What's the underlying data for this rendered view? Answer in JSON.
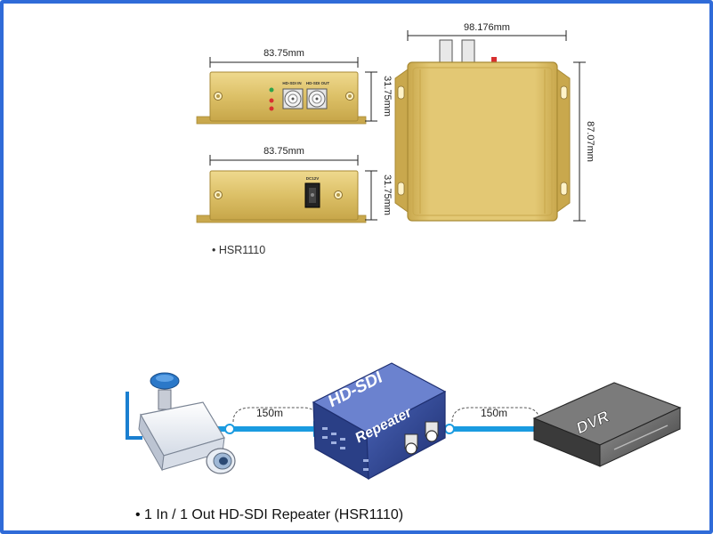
{
  "dimensions": {
    "front_width": "83.75mm",
    "front_height": "31.75mm",
    "back_width": "83.75mm",
    "back_height": "31.75mm",
    "top_width": "98.176mm",
    "top_depth": "87.07mm"
  },
  "panel_labels": {
    "front_in": "HD-SDI IN",
    "front_out": "HD-SDI OUT",
    "back_dc": "DC12V"
  },
  "model_caption": "• HSR1110",
  "diagram": {
    "distance_left": "150m",
    "distance_right": "150m",
    "repeater_line1": "HD-SDI",
    "repeater_line2": "Repeater",
    "dvr_label": "DVR",
    "caption": "• 1 In / 1 Out HD-SDI Repeater (HSR1110)"
  },
  "colors": {
    "frame": "#2f6bd8",
    "housing": "#dcc067",
    "cable": "#1a9be0",
    "repeater": "#2a3f86"
  }
}
